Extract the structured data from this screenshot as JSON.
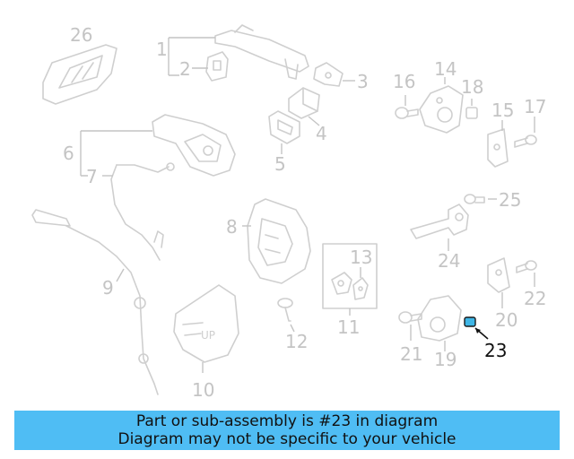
{
  "diagram": {
    "callouts": [
      "1",
      "2",
      "3",
      "4",
      "5",
      "6",
      "7",
      "8",
      "9",
      "10",
      "11",
      "12",
      "13",
      "14",
      "15",
      "16",
      "17",
      "18",
      "19",
      "20",
      "21",
      "22",
      "23",
      "24",
      "25",
      "26"
    ],
    "highlighted_callout": "23",
    "highlight_color": "#3fb6e6"
  },
  "banner": {
    "line1": "Part or sub-assembly is #23 in diagram",
    "line2": "Diagram may not be specific to your vehicle",
    "background": "#4fbdf4"
  }
}
